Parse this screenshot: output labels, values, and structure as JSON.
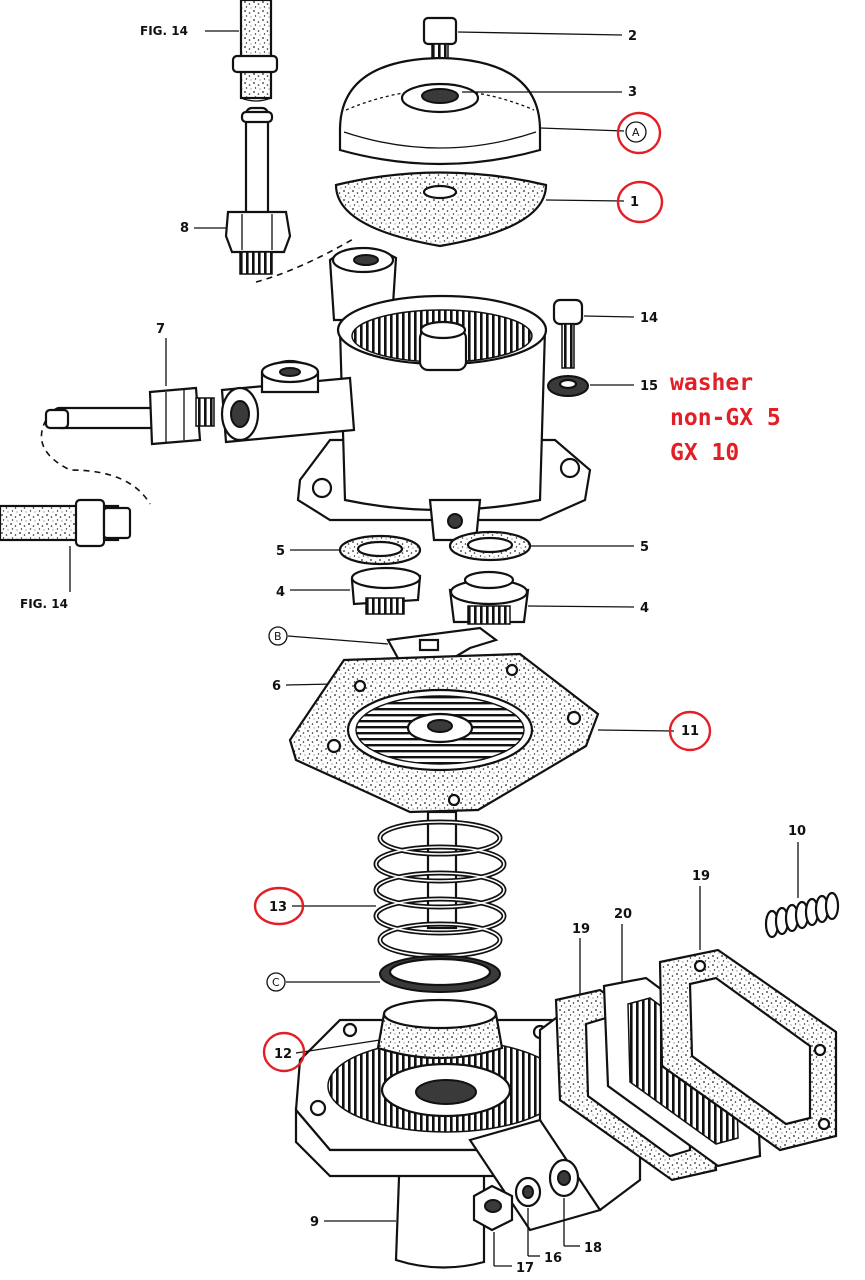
{
  "figure_refs": {
    "top_left": "FIG. 14",
    "bottom_left": "FIG. 14"
  },
  "callouts": {
    "c2": "2",
    "c3": "3",
    "cA": "A",
    "c1": "1",
    "c8": "8",
    "c7": "7",
    "c14": "14",
    "c15": "15",
    "c5_left": "5",
    "c5_right": "5",
    "c4_left": "4",
    "c4_right": "4",
    "cB": "B",
    "c6": "6",
    "c11": "11",
    "c10": "10",
    "c19_right": "19",
    "c13": "13",
    "c19_mid": "19",
    "c20": "20",
    "cC": "C",
    "c12": "12",
    "c9": "9",
    "c17": "17",
    "c16": "16",
    "c18": "18"
  },
  "annotation": {
    "line1": "washer",
    "line2": "non-GX 5",
    "line3": "GX 10",
    "color": "#e21f26"
  },
  "highlight_color": "#e21f26"
}
